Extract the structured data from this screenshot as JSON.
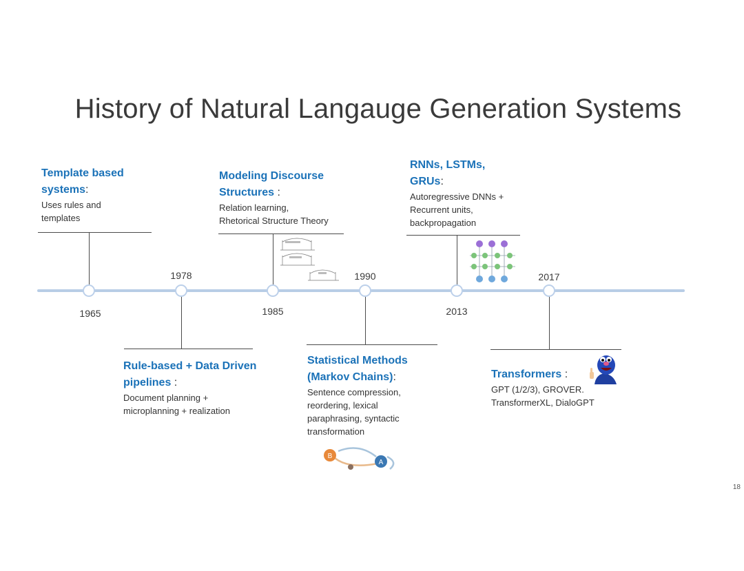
{
  "slide": {
    "title": "History of Natural Langauge Generation Systems",
    "page_number": "18"
  },
  "timeline": {
    "years": [
      "1965",
      "1978",
      "1985",
      "1990",
      "2013",
      "2017"
    ]
  },
  "milestones": [
    {
      "heading": "Template based systems",
      "colon": ":",
      "body_lines": [
        "Uses rules and",
        "templates"
      ]
    },
    {
      "heading": "Rule-based + Data Driven pipelines",
      "colon": " :",
      "body_lines": [
        "Document planning +",
        "microplanning + realization"
      ]
    },
    {
      "heading": "Modeling Discourse Structures",
      "colon": " :",
      "body_lines": [
        "Relation learning,",
        "Rhetorical Structure Theory"
      ]
    },
    {
      "heading": "Statistical Methods (Markov Chains)",
      "colon": ":",
      "body_lines": [
        "Sentence compression,",
        "reordering, lexical",
        "paraphrasing, syntactic",
        "transformation"
      ]
    },
    {
      "heading": "RNNs, LSTMs, GRUs",
      "colon": ":",
      "body_lines": [
        "Autoregressive DNNs +",
        "Recurrent units,",
        "backpropagation"
      ]
    },
    {
      "heading": "Transformers",
      "colon": " :",
      "body_lines": [
        "GPT (1/2/3), GROVER.",
        "TransformerXL, DialoGPT"
      ]
    }
  ],
  "figures": {
    "markov_states": [
      "B",
      "A"
    ],
    "colors": {
      "accent": "#1b72b8",
      "axis": "#b8cde6",
      "state_b": "#e8893a",
      "state_a": "#3b78b3",
      "rnn_top": "#9b6fd6",
      "rnn_mid": "#7cc47a",
      "rnn_bottom": "#6fa8dc",
      "mascot": "#1f3fa0"
    }
  }
}
